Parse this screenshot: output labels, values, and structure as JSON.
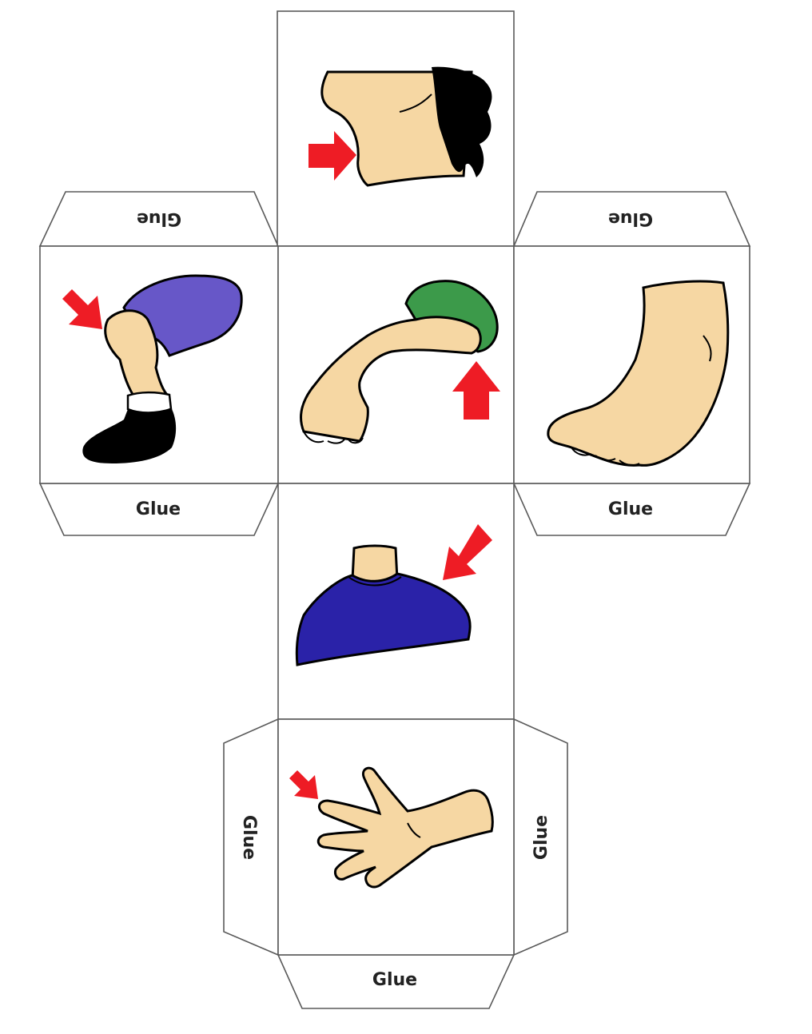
{
  "net": {
    "faces": [
      {
        "id": "face-top",
        "picture": "chin",
        "arrow": "chin-arrow-icon"
      },
      {
        "id": "face-left",
        "picture": "knee",
        "arrow": "knee-arrow-icon"
      },
      {
        "id": "face-center",
        "picture": "elbow",
        "arrow": "elbow-arrow-icon"
      },
      {
        "id": "face-right",
        "picture": "foot"
      },
      {
        "id": "face-middle",
        "picture": "shoulder",
        "arrow": "shoulder-arrow-icon"
      },
      {
        "id": "face-bottom",
        "picture": "hand-finger",
        "arrow": "finger-arrow-icon"
      }
    ],
    "tabs": {
      "left_top": "Glue",
      "right_top": "Glue",
      "left_bottom": "Glue",
      "right_bottom": "Glue",
      "bottom_left": "Glue",
      "bottom_right": "Glue",
      "bottom_bottom": "Glue"
    }
  },
  "colors": {
    "outline": "#5a5a5a",
    "skin": "#f6d7a3",
    "arrow": "#ee1c25",
    "hair": "#000000",
    "shorts": "#6a5acd",
    "sleeve_green": "#3c9a4a",
    "shirt_blue": "#2a22a8",
    "shoe": "#000000"
  }
}
